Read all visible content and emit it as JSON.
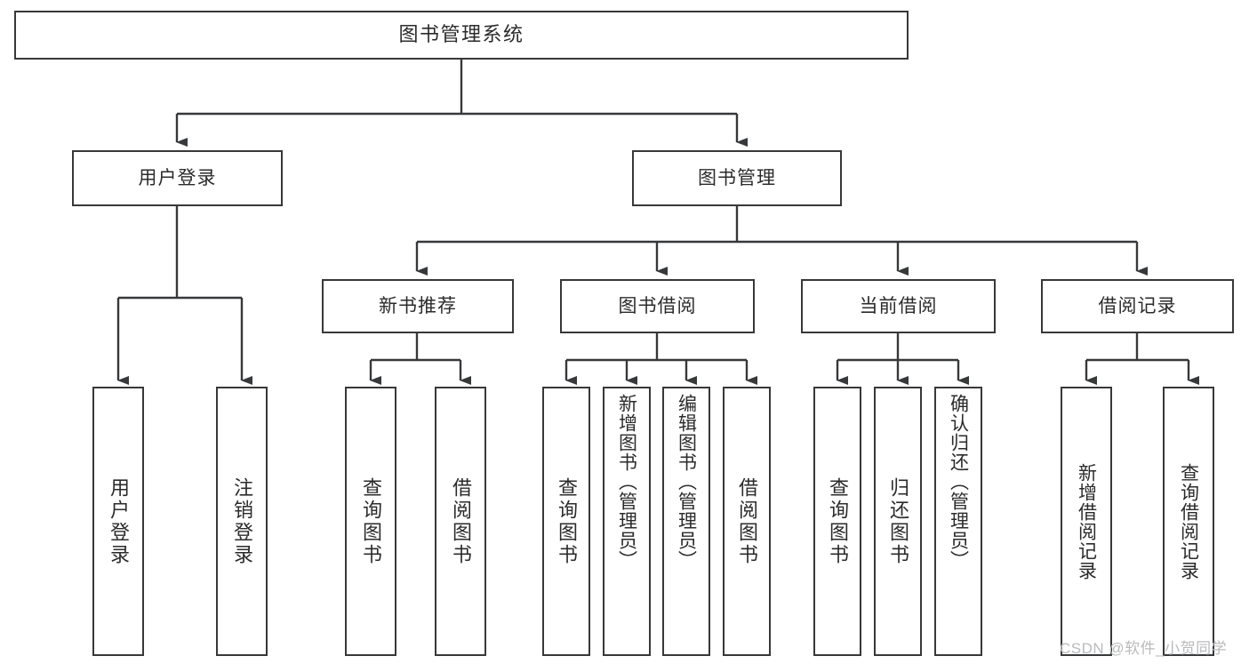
{
  "diagram": {
    "type": "tree-hierarchy",
    "title": "图书管理系统",
    "style": {
      "box_border_color": "#37383a",
      "box_fill_color": "#ffffff",
      "text_color": "#2b2b2b",
      "connector_color": "#37383a",
      "background_color": "#ffffff"
    },
    "levels": 4,
    "nodes": {
      "root": {
        "label": "图书管理系统"
      },
      "level2": [
        {
          "label": "用户登录"
        },
        {
          "label": "图书管理"
        }
      ],
      "level3": [
        {
          "label": "新书推荐"
        },
        {
          "label": "图书借阅"
        },
        {
          "label": "当前借阅"
        },
        {
          "label": "借阅记录"
        }
      ],
      "leaves_user_login": [
        {
          "label": "用户登录"
        },
        {
          "label": "注销登录"
        }
      ],
      "leaves_new_book": [
        {
          "label": "查询图书"
        },
        {
          "label": "借阅图书"
        }
      ],
      "leaves_borrow": [
        {
          "label": "查询图书"
        },
        {
          "label": "新增图书（管理员）"
        },
        {
          "label": "编辑图书（管理员）"
        },
        {
          "label": "借阅图书"
        }
      ],
      "leaves_current": [
        {
          "label": "查询图书"
        },
        {
          "label": "归还图书"
        },
        {
          "label": "确认归还（管理员）"
        }
      ],
      "leaves_records": [
        {
          "label": "新增借阅记录"
        },
        {
          "label": "查询借阅记录"
        }
      ]
    }
  },
  "watermark": {
    "text": "CSDN @软件_小贺同学"
  }
}
